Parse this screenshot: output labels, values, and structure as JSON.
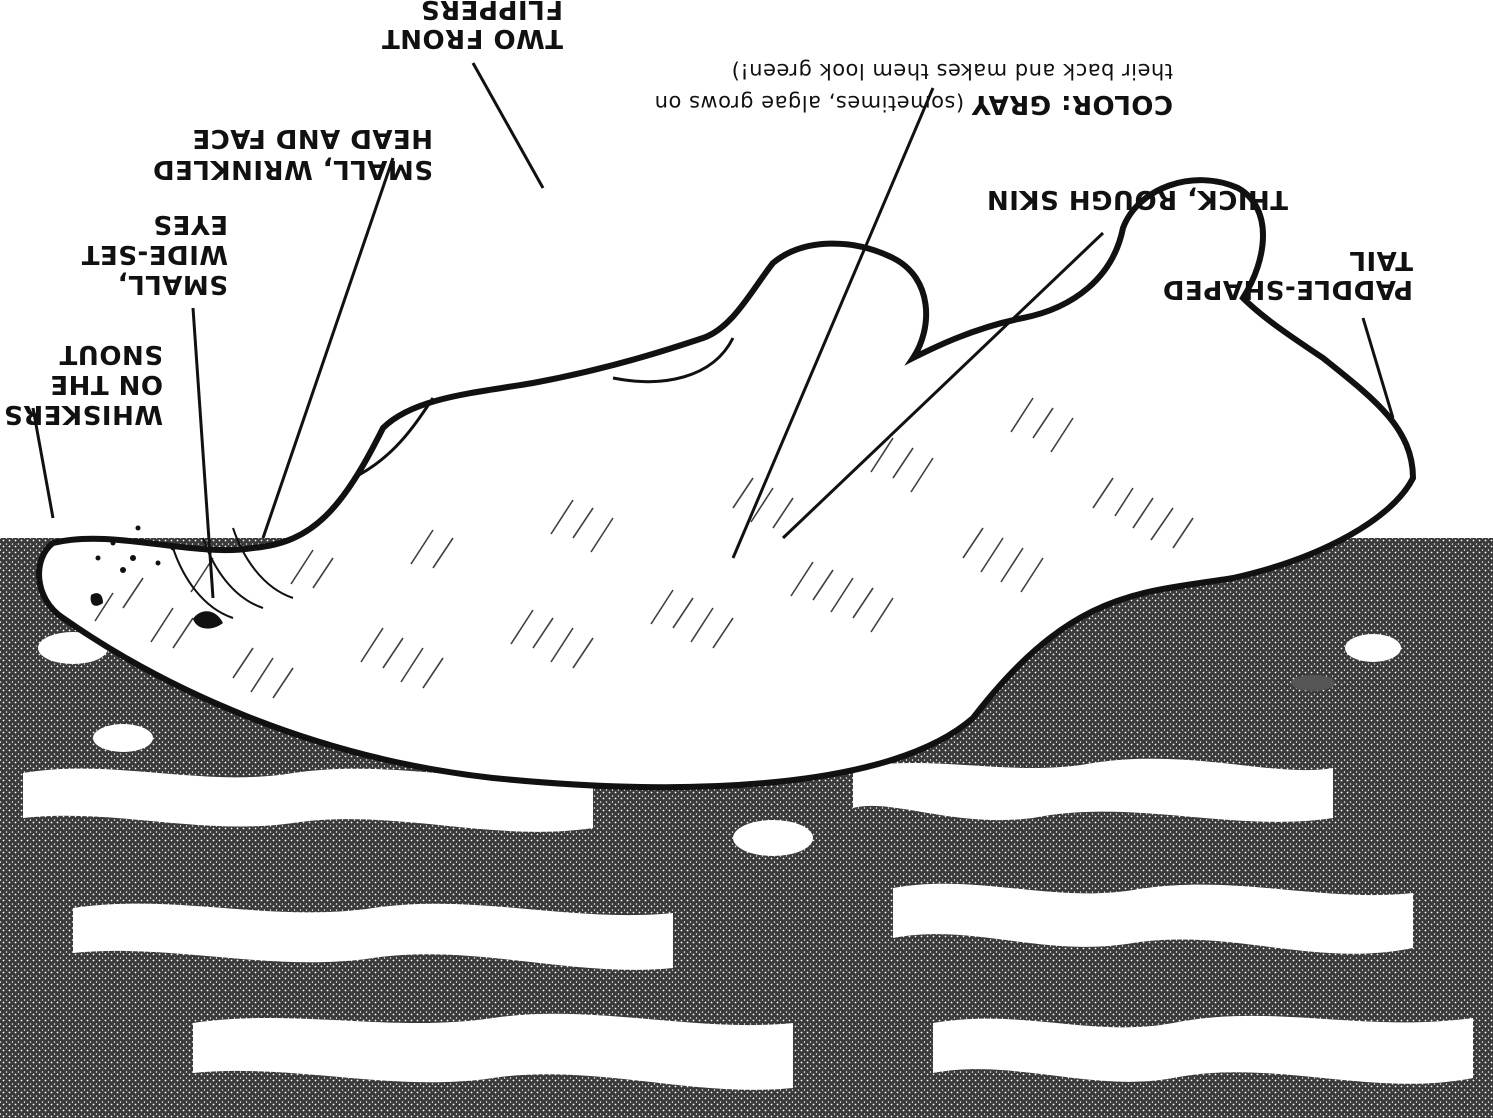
{
  "colors": {
    "ink": "#111111",
    "paper": "#ffffff",
    "water": "#2b2b2b"
  },
  "labels": {
    "color_prefix": "COLOR: GRAY",
    "color_rest_line1": " (sometimes, algae grows on",
    "color_line2": "their back and makes them look green!)",
    "flippers": "TWO FRONT FLIPPERS",
    "head_line1": "SMALL, WRINKLED",
    "head_line2": "HEAD AND FACE",
    "eyes_line1": "SMALL,",
    "eyes_line2": "WIDE-SET",
    "eyes_line3": "EYES",
    "whiskers_line1": "WHISKERS",
    "whiskers_line2": "ON THE",
    "whiskers_line3": "SNOUT",
    "skin": "THICK, ROUGH SKIN",
    "tail": "PADDLE-SHAPED TAIL"
  }
}
